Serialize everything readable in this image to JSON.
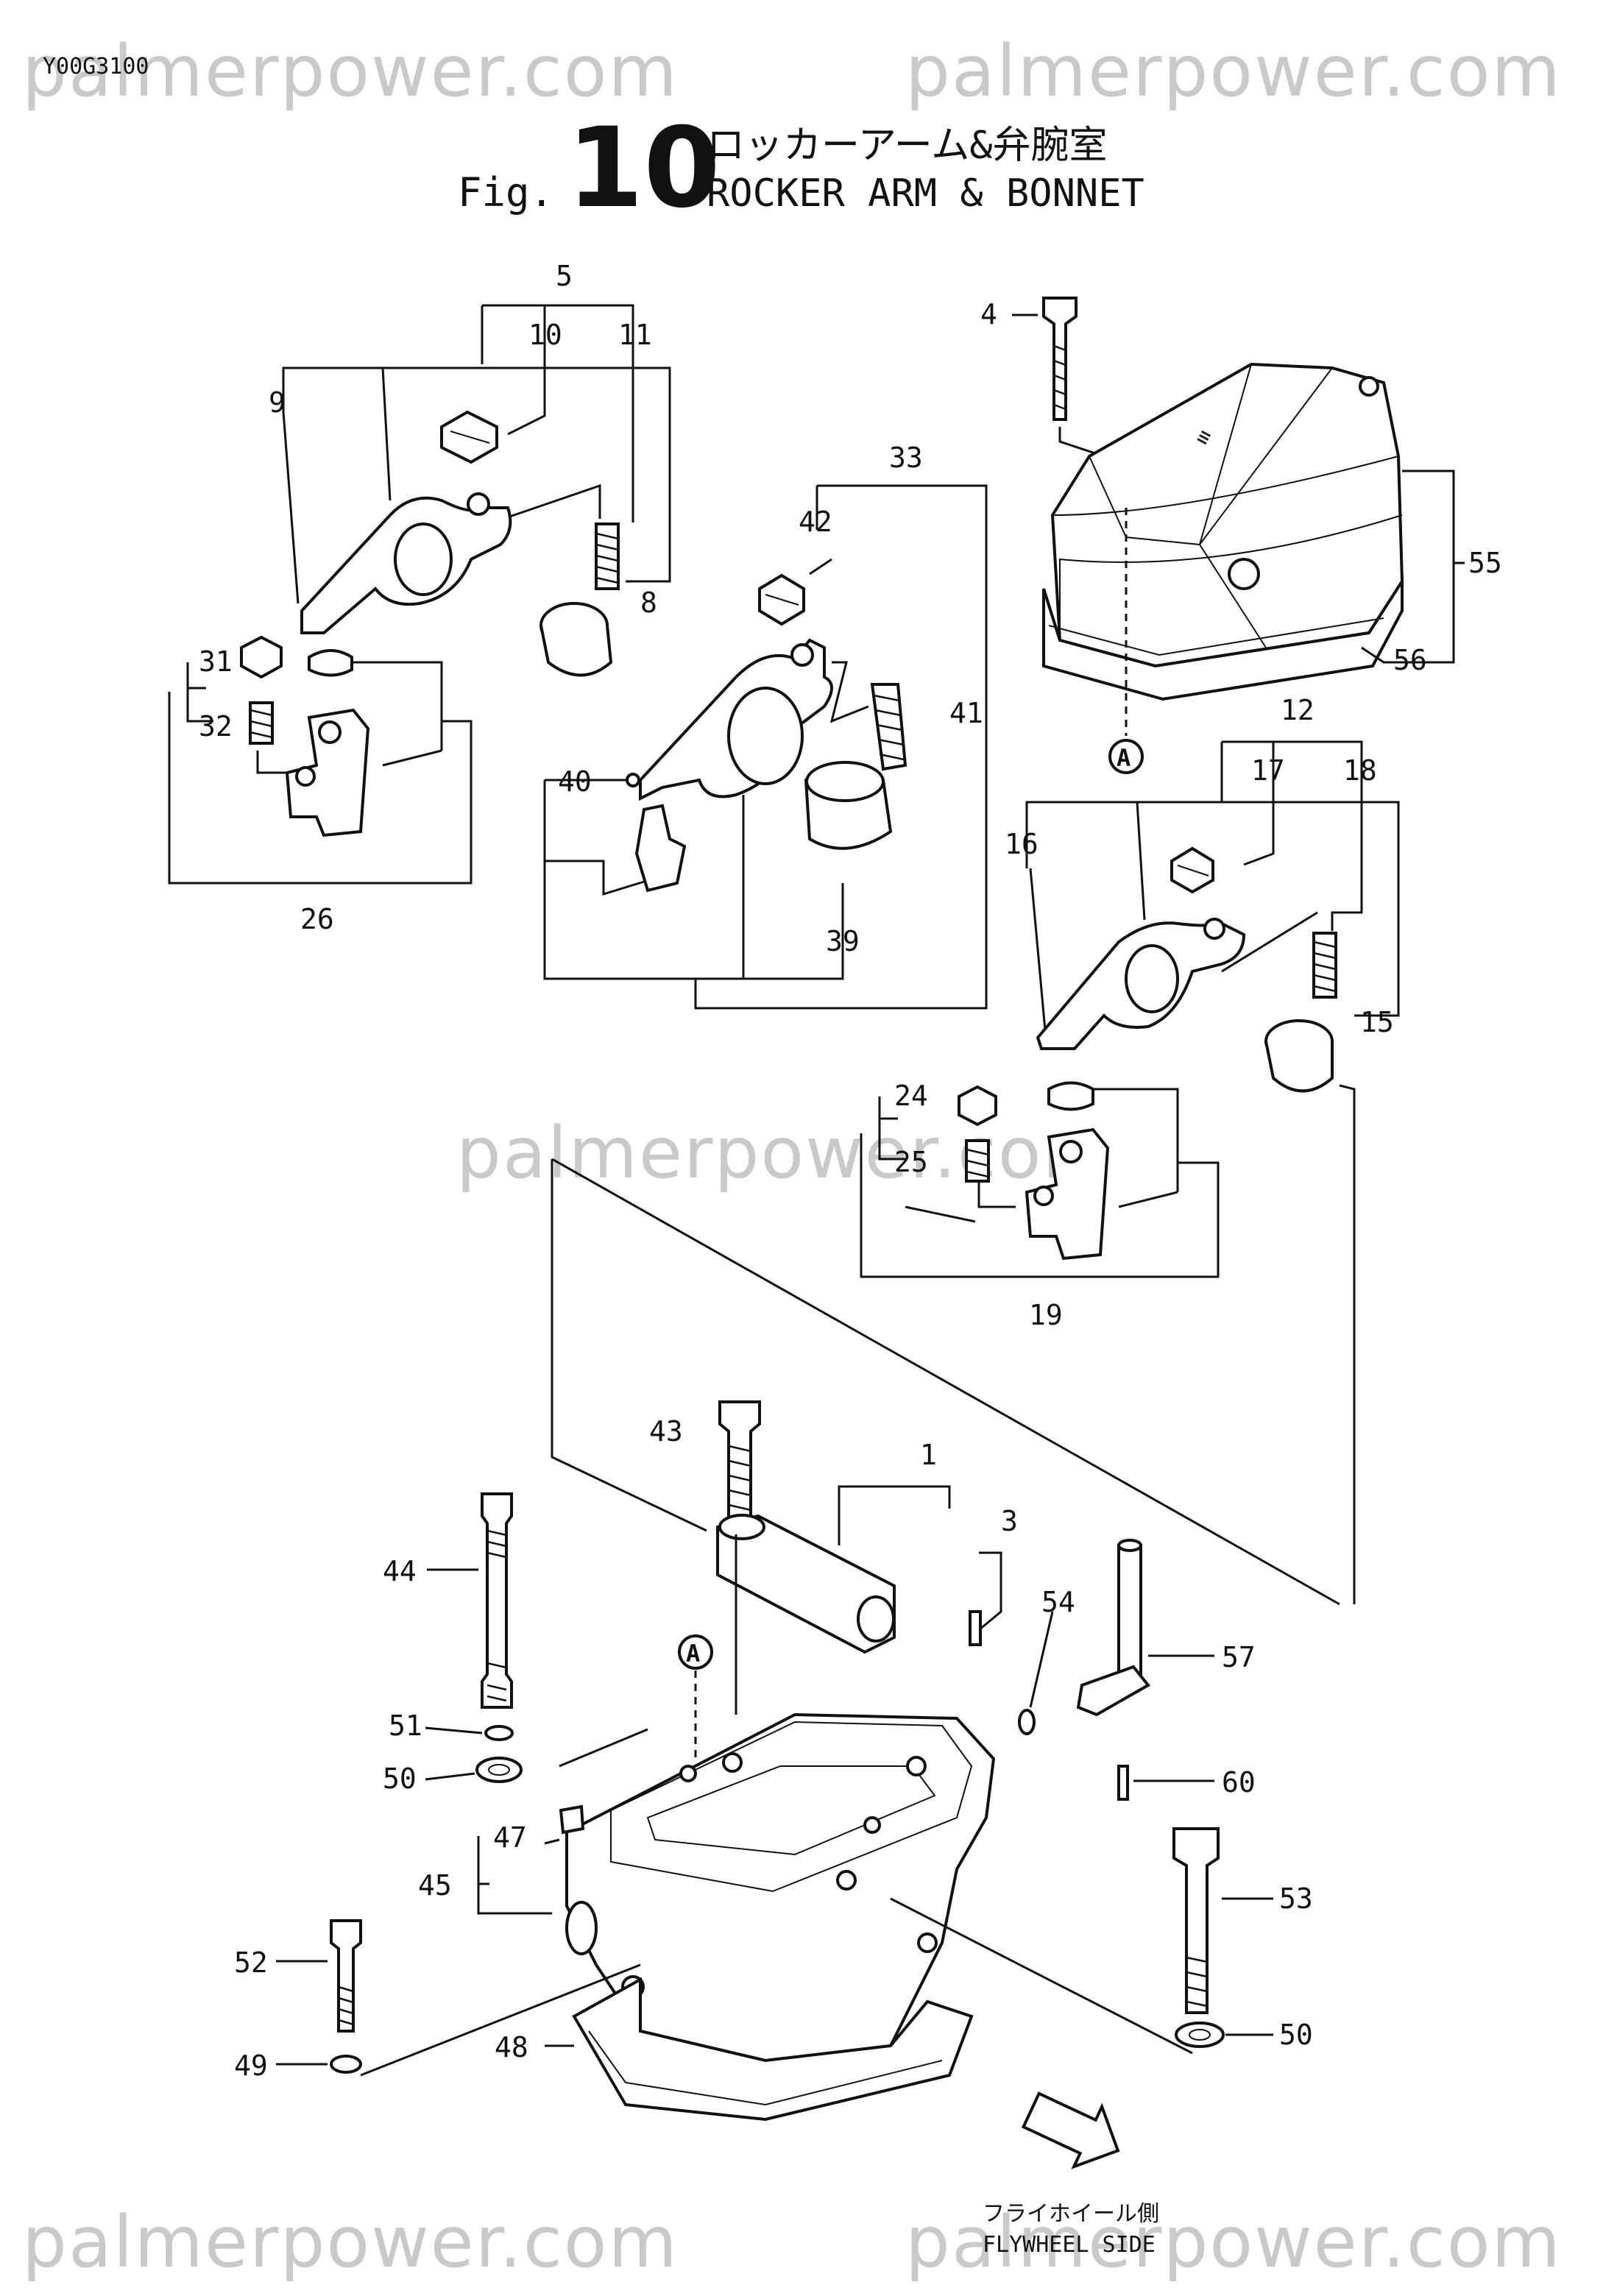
{
  "header": {
    "doc_code": "Y00G3100",
    "fig_prefix": "Fig.",
    "fig_number": "10",
    "title_jp": "ロッカーアーム&弁腕室",
    "title_en": "ROCKER ARM & BONNET"
  },
  "watermark": {
    "text": "palmerpower.com"
  },
  "callouts": {
    "c1": "1",
    "c3": "3",
    "c4": "4",
    "c5": "5",
    "c8": "8",
    "c9": "9",
    "c10": "10",
    "c11": "11",
    "c12": "12",
    "c15": "15",
    "c16": "16",
    "c17": "17",
    "c18": "18",
    "c19": "19",
    "c24": "24",
    "c25": "25",
    "c26": "26",
    "c31": "31",
    "c32": "32",
    "c33": "33",
    "c39": "39",
    "c40": "40",
    "c41": "41",
    "c42": "42",
    "c43": "43",
    "c44": "44",
    "c45": "45",
    "c47": "47",
    "c48": "48",
    "c49": "49",
    "c50a": "50",
    "c50b": "50",
    "c51": "51",
    "c52": "52",
    "c53": "53",
    "c54": "54",
    "c55": "55",
    "c56": "56",
    "c57": "57",
    "c60": "60",
    "marker_a1": "A",
    "marker_a2": "A"
  },
  "footer": {
    "side_jp": "フライホイール側",
    "side_en": "FLYWHEEL SIDE"
  }
}
